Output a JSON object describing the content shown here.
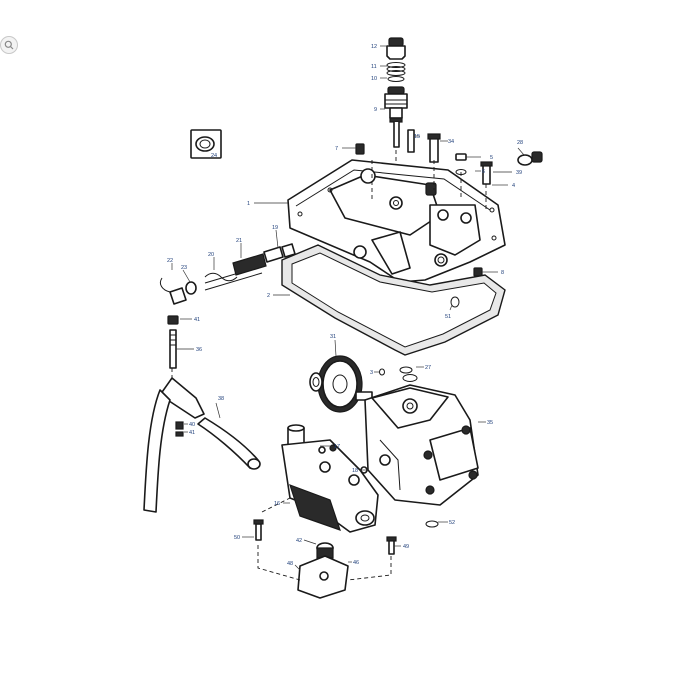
{
  "diagram": {
    "callouts": [
      {
        "id": "c12",
        "text": "12"
      },
      {
        "id": "c11",
        "text": "11"
      },
      {
        "id": "c10",
        "text": "10"
      },
      {
        "id": "c9",
        "text": "9"
      },
      {
        "id": "c15",
        "text": "15"
      },
      {
        "id": "c34",
        "text": "34"
      },
      {
        "id": "c28",
        "text": "28"
      },
      {
        "id": "c7",
        "text": "7"
      },
      {
        "id": "c5",
        "text": "5"
      },
      {
        "id": "c6",
        "text": "6"
      },
      {
        "id": "c4",
        "text": "4"
      },
      {
        "id": "c39",
        "text": "39"
      },
      {
        "id": "c1",
        "text": "1"
      },
      {
        "id": "c20",
        "text": "20"
      },
      {
        "id": "c21",
        "text": "21"
      },
      {
        "id": "c19",
        "text": "19"
      },
      {
        "id": "c22",
        "text": "22"
      },
      {
        "id": "c23",
        "text": "23"
      },
      {
        "id": "c8",
        "text": "8"
      },
      {
        "id": "c2",
        "text": "2"
      },
      {
        "id": "c51",
        "text": "51"
      },
      {
        "id": "c41",
        "text": "41"
      },
      {
        "id": "c36",
        "text": "36"
      },
      {
        "id": "c31",
        "text": "31"
      },
      {
        "id": "c3",
        "text": "3"
      },
      {
        "id": "c27",
        "text": "27"
      },
      {
        "id": "c38",
        "text": "38"
      },
      {
        "id": "c35",
        "text": "35"
      },
      {
        "id": "c40",
        "text": "40"
      },
      {
        "id": "c41b",
        "text": "41"
      },
      {
        "id": "c17",
        "text": "17"
      },
      {
        "id": "c16",
        "text": "16"
      },
      {
        "id": "c18",
        "text": "18"
      },
      {
        "id": "c52",
        "text": "52"
      },
      {
        "id": "c50",
        "text": "50"
      },
      {
        "id": "c42",
        "text": "42"
      },
      {
        "id": "c49",
        "text": "49"
      },
      {
        "id": "c48",
        "text": "48"
      },
      {
        "id": "c46",
        "text": "46"
      },
      {
        "id": "c24",
        "text": "24"
      }
    ]
  }
}
